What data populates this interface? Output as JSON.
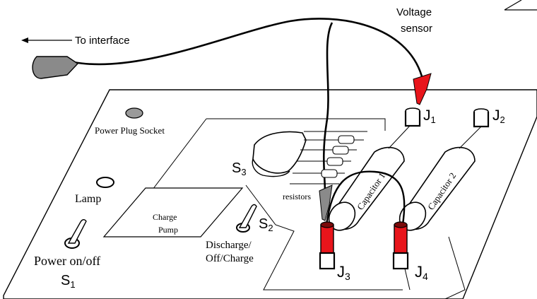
{
  "labels": {
    "to_interface": "To interface",
    "voltage_sensor_line1": "Voltage",
    "voltage_sensor_line2": "sensor",
    "power_plug_socket": "Power Plug Socket",
    "lamp": "Lamp",
    "power_on_off": "Power on/off",
    "s1_letter": "S",
    "s1_sub": "1",
    "s2_letter": "S",
    "s2_sub": "2",
    "s3_letter": "S",
    "s3_sub": "3",
    "charge_pump_line1": "Charge",
    "charge_pump_line2": "Pump",
    "discharge_line1": "Discharge/",
    "discharge_line2": "Off/Charge",
    "resistors": "resistors",
    "capacitor1": "Capacitor 1",
    "capacitor2": "Capacitor 2",
    "j1_letter": "J",
    "j1_sub": "1",
    "j2_letter": "J",
    "j2_sub": "2",
    "j3_letter": "J",
    "j3_sub": "3",
    "j4_letter": "J",
    "j4_sub": "4"
  },
  "colors": {
    "outline": "#000000",
    "clip_red": "#e8151b",
    "connector_gray": "#8a8a8a",
    "background": "#ffffff"
  }
}
